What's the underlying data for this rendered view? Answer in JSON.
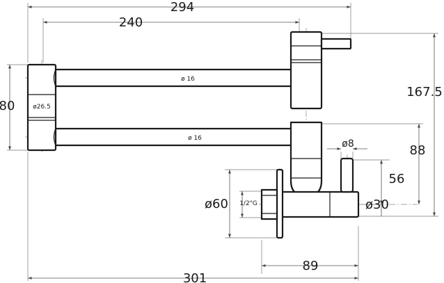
{
  "drawing": {
    "dimensions": {
      "overall_width_top": "294",
      "arm_length": "240",
      "overall_height": "167.5",
      "mount_height": "80",
      "mount_diameter": "ø26.5",
      "upper_tube_diameter": "ø 16",
      "lower_tube_diameter": "ø 16",
      "handle_diameter": "ø8",
      "valve_height": "88",
      "outlet_height": "56",
      "flange_diameter": "ø60",
      "thread": "1/2\"G",
      "valve_body_diameter": "ø30",
      "valve_depth": "89",
      "overall_width_bottom": "301"
    }
  }
}
